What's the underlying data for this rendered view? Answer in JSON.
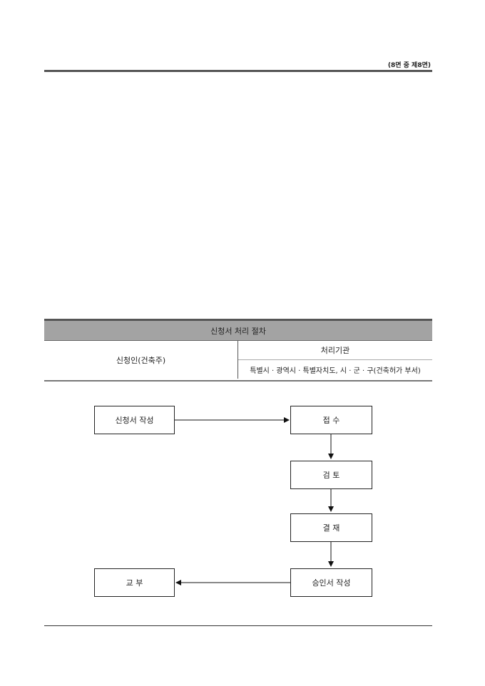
{
  "header": {
    "page_number": "(8면 중 제8면)"
  },
  "table": {
    "title": "신청서 처리 절차",
    "applicant": "신청인(건축주)",
    "org_title": "처리기관",
    "org_list": "특별시 · 광역시 · 특별자치도, 시 · 군 · 구(건축허가 부서)"
  },
  "flow": {
    "write_application": "신청서 작성",
    "receipt": "접 수",
    "review": "검 토",
    "approval": "결 재",
    "write_certificate": "승인서 작성",
    "issue": "교 부"
  }
}
